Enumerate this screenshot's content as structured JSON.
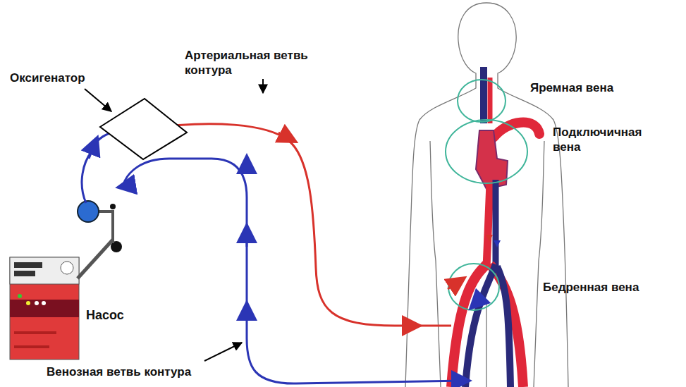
{
  "diagram": {
    "labels": [
      "Оксигенатор",
      "Артериальная ветвь контура",
      "Яремная вена",
      "Подключичная вена",
      "Бедренная вена",
      "Насос",
      "Венозная ветвь контура"
    ]
  }
}
